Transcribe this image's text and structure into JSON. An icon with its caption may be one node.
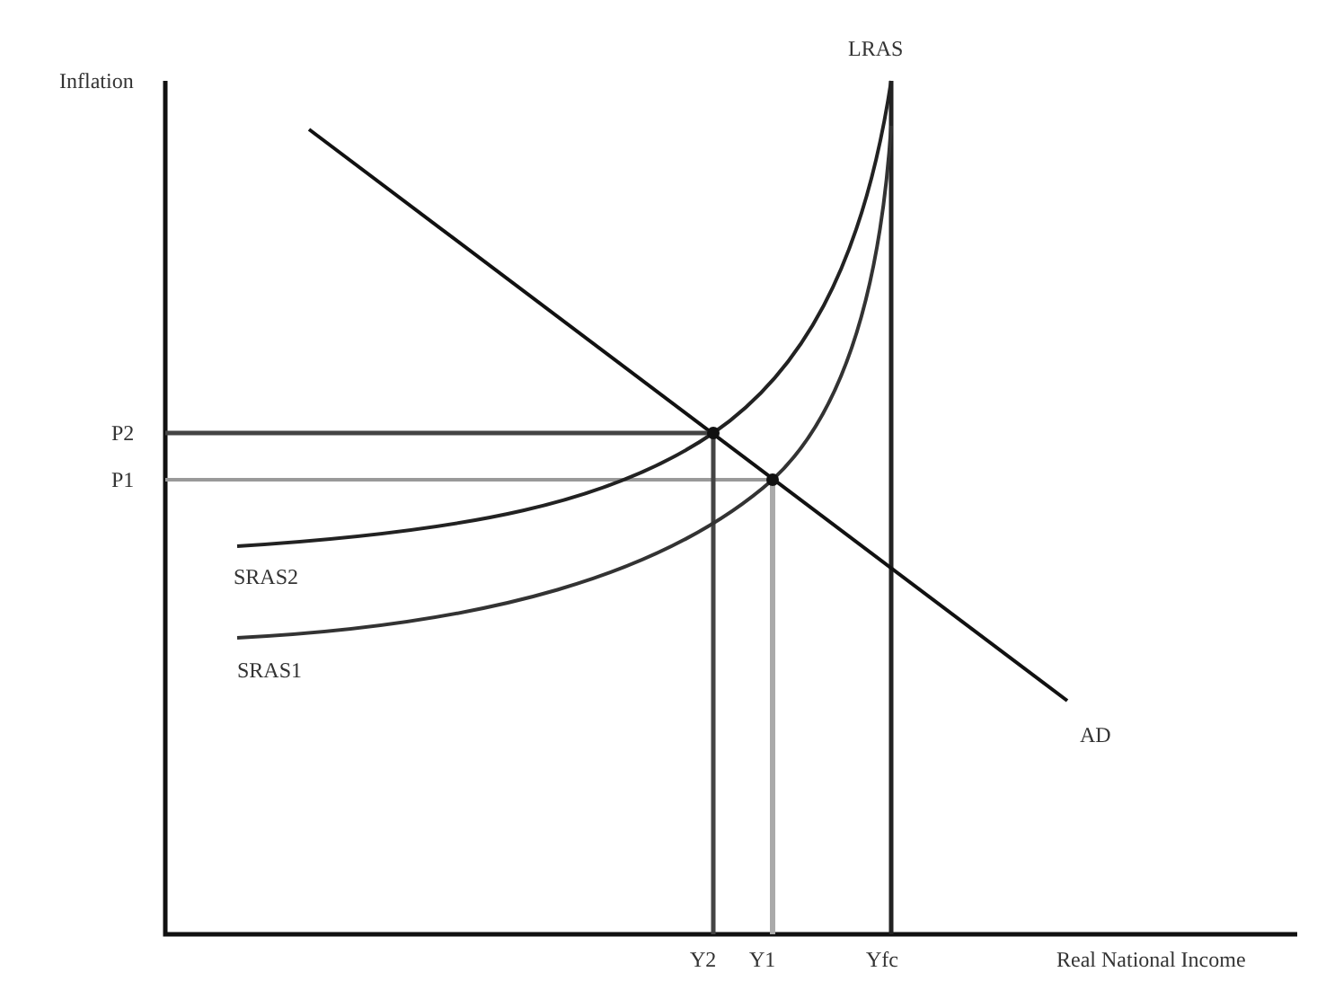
{
  "diagram": {
    "labels": [
      "Inflation",
      "LRAS",
      "P2",
      "P1",
      "SRAS2",
      "SRAS1",
      "AD",
      "Y2",
      "Y1",
      "Yfc",
      "Real National Income"
    ]
  }
}
